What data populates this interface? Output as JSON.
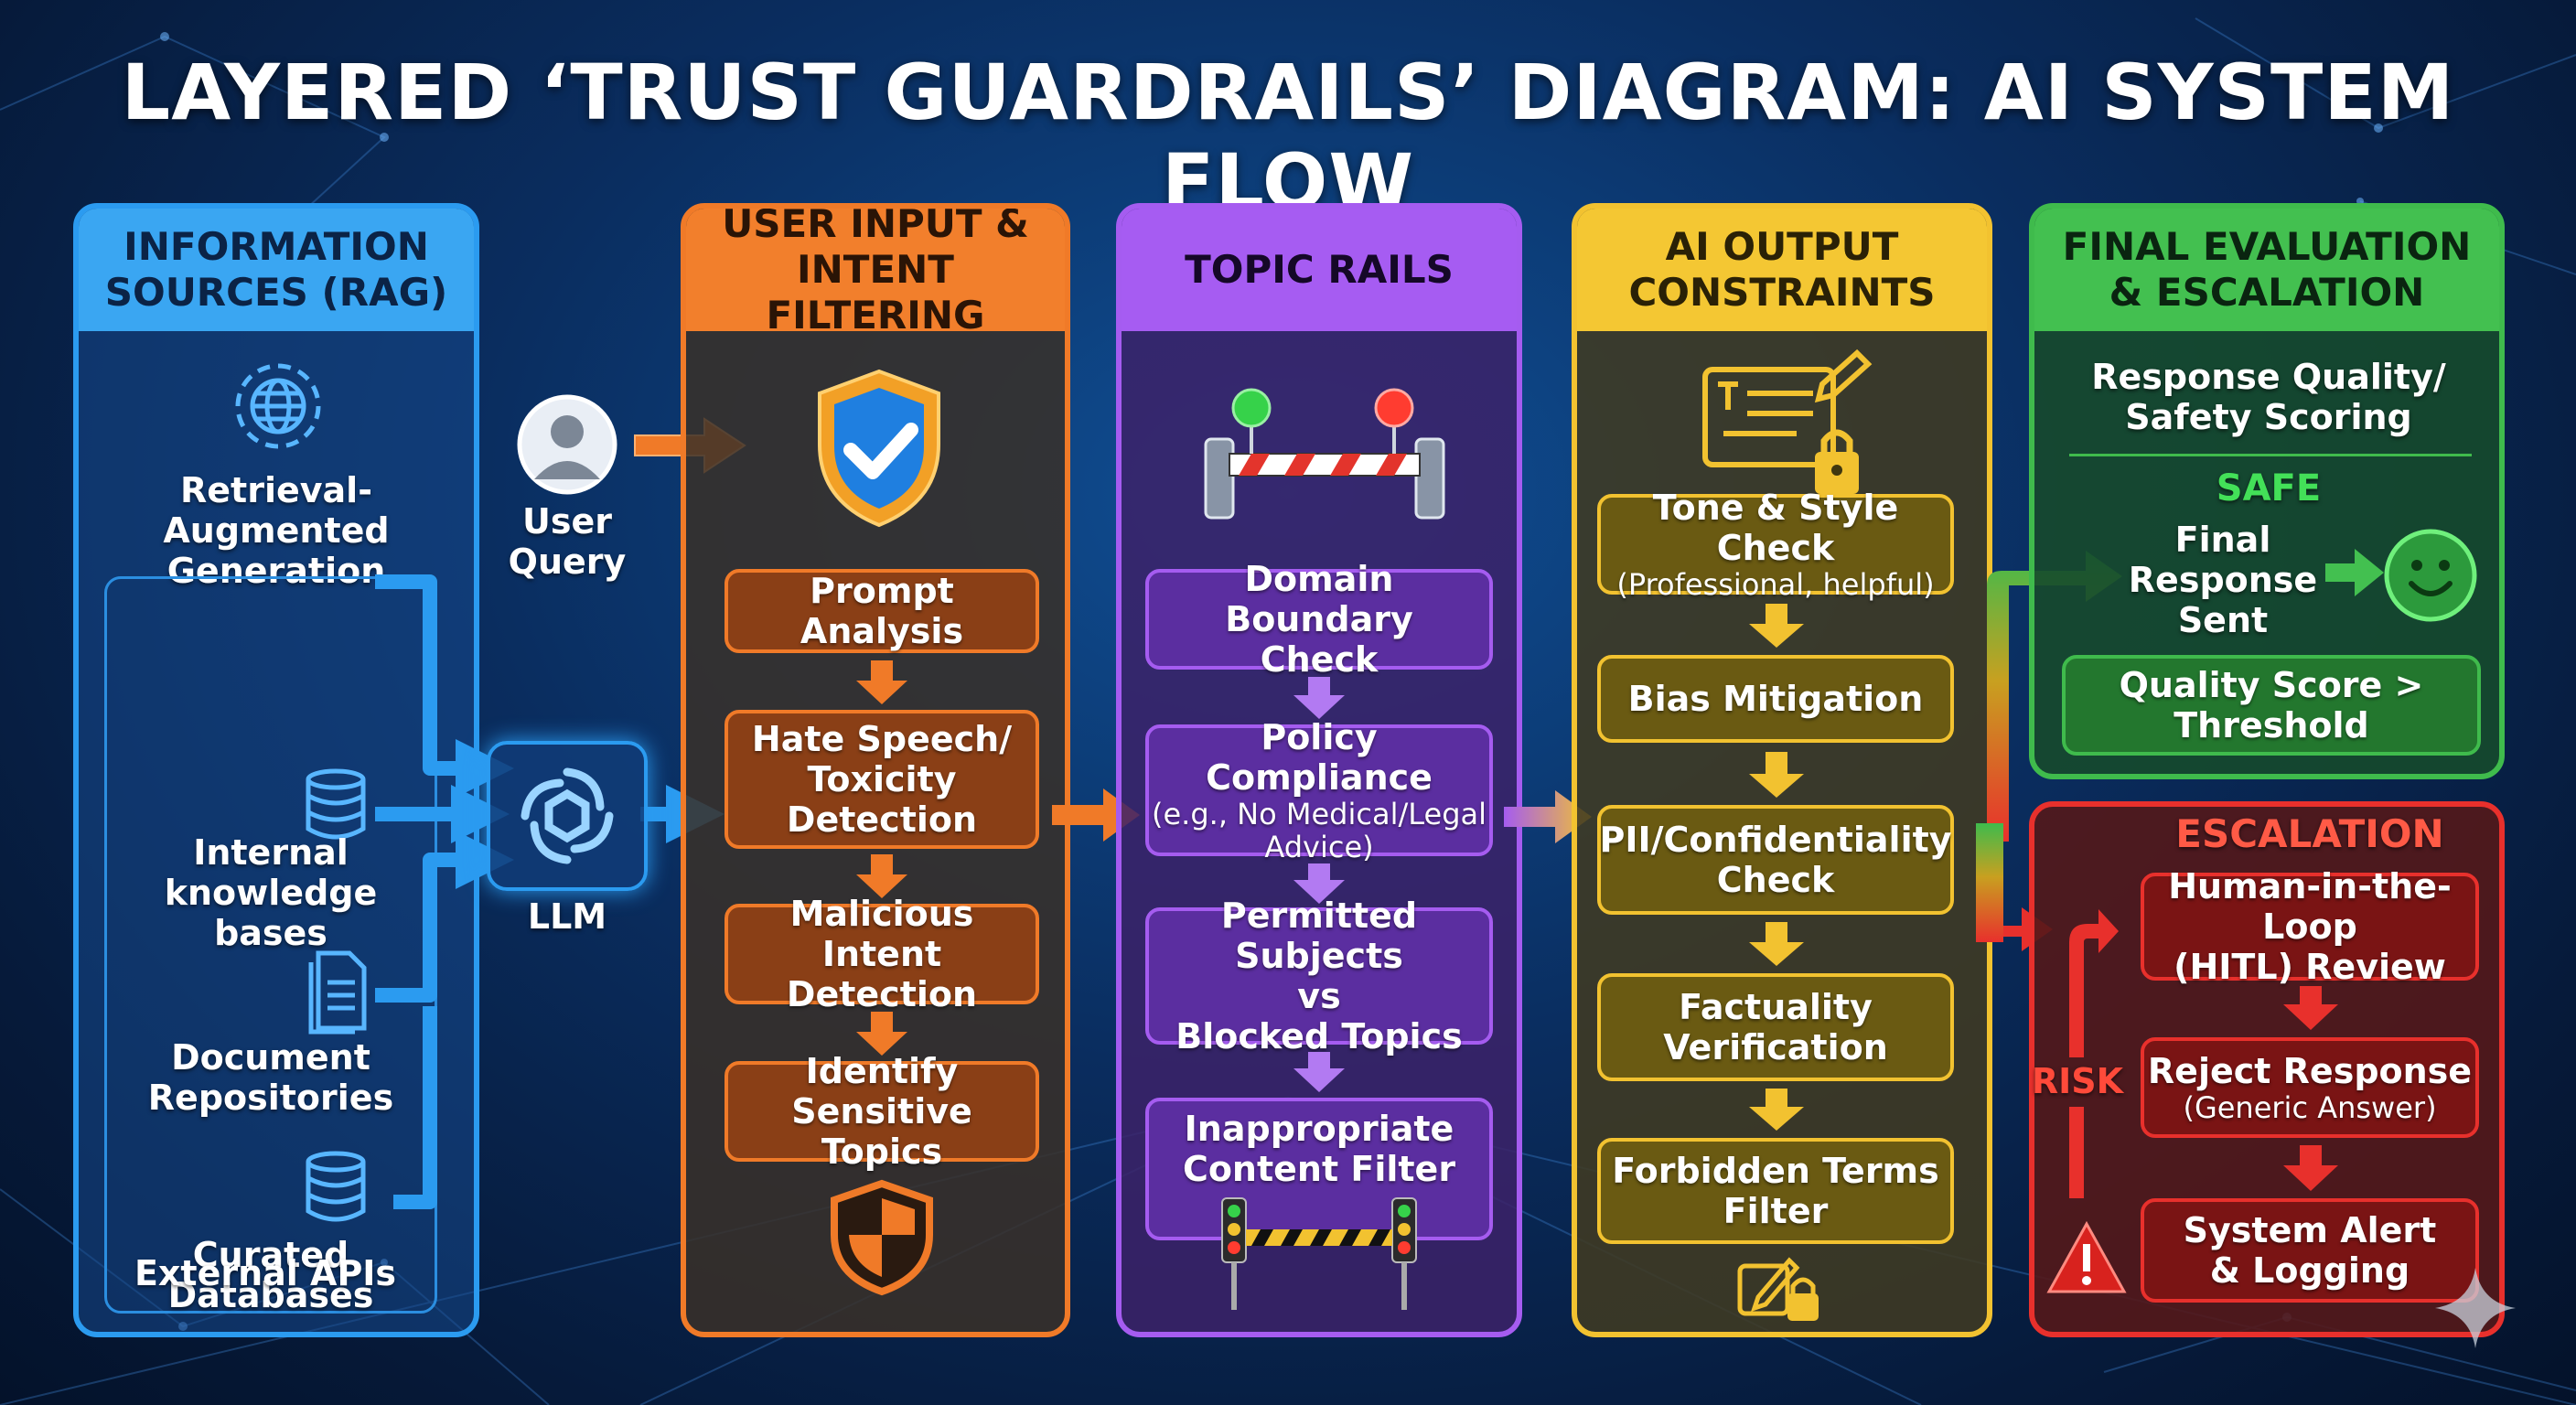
{
  "title": "LAYERED ‘TRUST GUARDRAILS’ DIAGRAM: AI SYSTEM FLOW",
  "colors": {
    "blue": "#2b9bf0",
    "orange": "#f07a28",
    "purple": "#a55cf0",
    "yellow": "#f2c230",
    "green": "#3fbb4c",
    "red": "#e8302c"
  },
  "sources": {
    "header": "INFORMATION\nSOURCES (RAG)",
    "rag_label": "Retrieval-Augmented\nGeneration",
    "items": [
      {
        "label": "Internal\nknowledge bases",
        "icon": "database-icon"
      },
      {
        "label": "Document\nRepositories",
        "icon": "document-icon"
      },
      {
        "label": "Curated\nDatabases",
        "icon": "database-icon"
      },
      {
        "label": "External APIs",
        "icon": "globe-gear-icon"
      }
    ]
  },
  "user_query": "User\nQuery",
  "llm_label": "LLM",
  "input_filtering": {
    "header": "USER INPUT &\nINTENT FILTERING",
    "steps": [
      "Prompt Analysis",
      "Hate Speech/\nToxicity\nDetection",
      "Malicious Intent\nDetection",
      "Identify Sensitive\nTopics"
    ]
  },
  "topic_rails": {
    "header": "TOPIC RAILS",
    "steps": [
      {
        "label": "Domain Boundary\nCheck",
        "sub": ""
      },
      {
        "label": "Policy Compliance",
        "sub": "(e.g., No Medical/Legal\nAdvice)"
      },
      {
        "label": "Permitted Subjects\nvs\nBlocked Topics",
        "sub": ""
      },
      {
        "label": "Inappropriate\nContent Filter",
        "sub": ""
      }
    ]
  },
  "output_constraints": {
    "header": "AI OUTPUT\nCONSTRAINTS",
    "steps": [
      {
        "label": "Tone & Style Check",
        "sub": "(Professional, helpful)"
      },
      {
        "label": "Bias Mitigation",
        "sub": ""
      },
      {
        "label": "PII/Confidentiality\nCheck",
        "sub": ""
      },
      {
        "label": "Factuality\nVerification",
        "sub": ""
      },
      {
        "label": "Forbidden Terms\nFilter",
        "sub": ""
      }
    ]
  },
  "final_eval": {
    "header": "FINAL EVALUATION\n& ESCALATION",
    "scoring": "Response Quality/\nSafety Scoring",
    "safe_label": "SAFE",
    "final_sent": "Final\nResponse\nSent",
    "quality": "Quality Score >\nThreshold"
  },
  "escalation": {
    "header": "ESCALATION",
    "risk_label": "RISK",
    "steps": [
      {
        "label": "Human-in-the-Loop\n(HITL) Review",
        "sub": ""
      },
      {
        "label": "Reject Response",
        "sub": "(Generic Answer)"
      },
      {
        "label": "System Alert\n& Logging",
        "sub": ""
      }
    ]
  }
}
